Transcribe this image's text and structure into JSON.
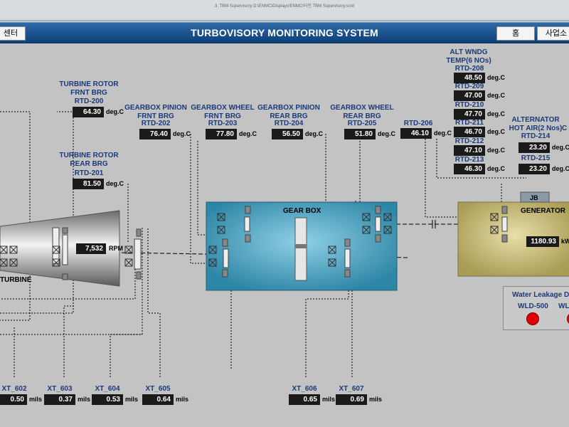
{
  "window": {
    "title": "3. TBM Supervisory   D:\\ENMC\\Displays\\ENMC\\터빈 TBM Supervisory.scrd"
  },
  "header": {
    "title": "TURBOVISORY MONITORING SYSTEM",
    "left_button": "센터",
    "home_button": "홈",
    "site_button": "사업소"
  },
  "sensors": {
    "rtd200": {
      "label": "TURBINE ROTOR\nFRNT BRG",
      "tag": "RTD-200",
      "value": "64.30",
      "unit": "deg.C"
    },
    "rtd201": {
      "label": "TURBINE ROTOR\nREAR BRG",
      "tag": "RTD-201",
      "value": "81.50",
      "unit": "deg.C"
    },
    "rtd202": {
      "label": "GEARBOX PINION\nFRNT BRG",
      "tag": "RTD-202",
      "value": "76.40",
      "unit": "deg.C"
    },
    "rtd203": {
      "label": "GEARBOX WHEEL\nFRNT BRG",
      "tag": "RTD-203",
      "value": "77.80",
      "unit": "deg.C"
    },
    "rtd204": {
      "label": "GEARBOX PINION\nREAR BRG",
      "tag": "RTD-204",
      "value": "56.50",
      "unit": "deg.C"
    },
    "rtd205": {
      "label": "GEARBOX WHEEL\nREAR BRG",
      "tag": "RTD-205",
      "value": "51.80",
      "unit": "deg.C"
    },
    "rtd206": {
      "tag": "RTD-206",
      "value": "46.10",
      "unit": "deg.C"
    },
    "alt_title": "ALT WNDG\nTEMP(6 NOs)",
    "alt": [
      {
        "tag": "RTD-208",
        "value": "48.50",
        "unit": "deg.C"
      },
      {
        "tag": "RTD-209",
        "value": "47.00",
        "unit": "deg.C"
      },
      {
        "tag": "RTD-210",
        "value": "47.70",
        "unit": "deg.C"
      },
      {
        "tag": "RTD-211",
        "value": "46.70",
        "unit": "deg.C"
      },
      {
        "tag": "RTD-212",
        "value": "47.10",
        "unit": "deg.C"
      },
      {
        "tag": "RTD-213",
        "value": "46.30",
        "unit": "deg.C"
      }
    ],
    "hotair_title": "ALTERNATOR\nHOT AIR(2 Nos)",
    "hotair_extra": "C",
    "rtd214": {
      "tag": "RTD-214",
      "value": "23.20",
      "unit": "deg.C"
    },
    "rtd215": {
      "tag": "RTD-215",
      "value": "23.20",
      "unit": "deg.C"
    }
  },
  "speed": {
    "value": "7,532",
    "unit": "RPM"
  },
  "power": {
    "value": "1180.93",
    "unit": "kW"
  },
  "blocks": {
    "turbine": "TURBINE",
    "gearbox": "GEAR BOX",
    "generator": "GENERATOR",
    "jb": "JB"
  },
  "vibration": [
    {
      "tag": "XT_602",
      "value": "0.50",
      "unit": "mils"
    },
    {
      "tag": "XT_603",
      "value": "0.37",
      "unit": "mils"
    },
    {
      "tag": "XT_604",
      "value": "0.53",
      "unit": "mils"
    },
    {
      "tag": "XT_605",
      "value": "0.64",
      "unit": "mils"
    },
    {
      "tag": "XT_606",
      "value": "0.65",
      "unit": "mils"
    },
    {
      "tag": "XT_607",
      "value": "0.69",
      "unit": "mils"
    }
  ],
  "leak": {
    "title": "Water Leakage De",
    "sensors": [
      "WLD-500",
      "WL"
    ]
  },
  "colors": {
    "header": "#0e3f78",
    "label": "#1b3a7a",
    "gearbox": "#3f9ab8",
    "generator": "#bcb06c",
    "alarm": "#e00000"
  }
}
